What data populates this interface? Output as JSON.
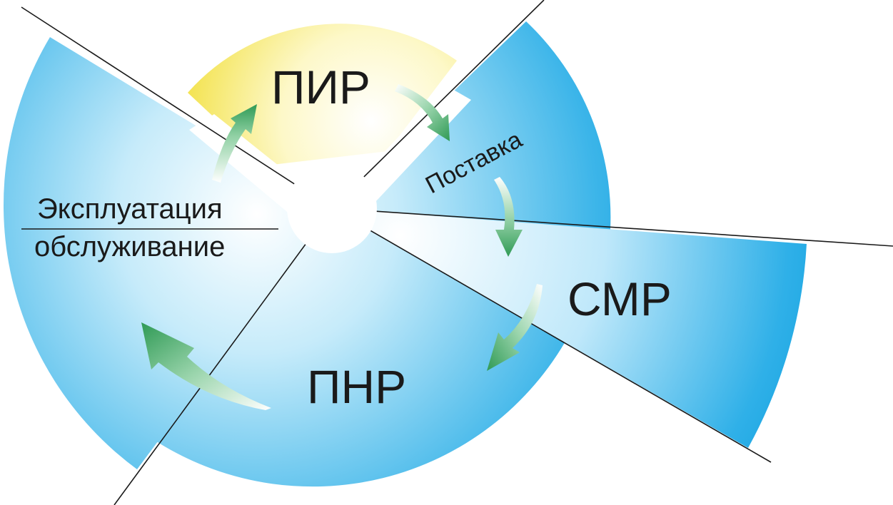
{
  "stages": {
    "pir": "ПИР",
    "supply": "Поставка",
    "smr": "СМР",
    "pnr": "ПНР",
    "operation_top": "Эксплуатация",
    "operation_bottom": "обслуживание"
  },
  "colors": {
    "sector_blue_light": "#e6f6fd",
    "sector_blue": "#29aee6",
    "sector_yellow_light": "#fefce6",
    "sector_yellow": "#f4e45a",
    "arrow_green": "#2f9a55",
    "outline": "#1a1a1a"
  }
}
